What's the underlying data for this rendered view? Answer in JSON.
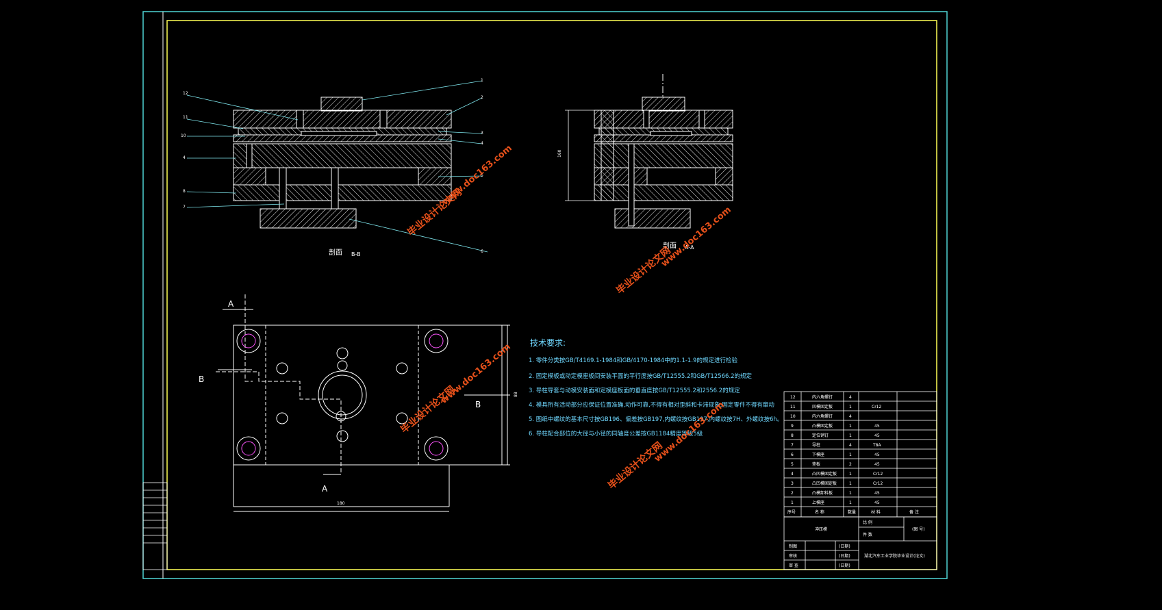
{
  "colors": {
    "background": "#000000",
    "outer_frame": "#4fd4d4",
    "inner_frame": "#ffff55",
    "line": "#ffffff",
    "hatch": "#ffffff",
    "leader": "#7fe7ee",
    "hole_marker": "#ff55ff",
    "tech_text": "#6fd8ff",
    "watermark": "#ff5a1e"
  },
  "views": {
    "section_bb": {
      "caption": "剖面",
      "caption_code": "B-B",
      "part_numbers_right": [
        "1",
        "2",
        "3",
        "4",
        "5",
        "6"
      ],
      "part_numbers_left": [
        "12",
        "11",
        "10",
        "4",
        "8",
        "7"
      ]
    },
    "section_aa": {
      "caption": "剖面",
      "caption_code": "A-A",
      "height_dim": "160"
    },
    "plan": {
      "section_letter_a_top": "A",
      "section_letter_a_bottom": "A",
      "section_letter_b_left": "B",
      "section_letter_b_right": "B",
      "width_dim": "180",
      "height_dim": "88"
    }
  },
  "tech_requirements": {
    "title": "技术要求:",
    "items": [
      "1. 零件分类按GB/T4169.1-1984和GB/4170-1984中的1.1-1.9的规定进行检验",
      "2. 固定模板或动定模座板间安装平面的平行度按GB/T12555.2和GB/T12566.2的规定",
      "3. 导柱导套与动模安装面和定模座板面的垂直度按GB/T12555.2和2556.2的规定",
      "4. 模具所有活动部分应保证位置准确,动作可靠,不得有相对歪斜和卡滞现象,固定零件不得有窜动",
      "5. 图纸中螺纹的基本尺寸按GB196、偏差按GB197,内螺纹按GB197,内螺纹按7H、外螺纹按6h。",
      "6. 导柱配合部位的大径与小径的同轴度公差按GB1184精度等级5级"
    ]
  },
  "bom": {
    "rows": [
      {
        "no": "12",
        "name": "内六角螺钉",
        "qty": "4",
        "material": ""
      },
      {
        "no": "11",
        "name": "凹模固定板",
        "qty": "1",
        "material": "Cr12"
      },
      {
        "no": "10",
        "name": "内六角螺钉",
        "qty": "4",
        "material": ""
      },
      {
        "no": "9",
        "name": "凸模固定板",
        "qty": "1",
        "material": "45"
      },
      {
        "no": "8",
        "name": "定位销钉",
        "qty": "1",
        "material": "45"
      },
      {
        "no": "7",
        "name": "导柱",
        "qty": "4",
        "material": "T8A"
      },
      {
        "no": "6",
        "name": "下模座",
        "qty": "1",
        "material": "45"
      },
      {
        "no": "5",
        "name": "垫板",
        "qty": "2",
        "material": "45"
      },
      {
        "no": "4",
        "name": "凸凹模固定板",
        "qty": "1",
        "material": "Cr12"
      },
      {
        "no": "3",
        "name": "凸凹模固定板",
        "qty": "1",
        "material": "Cr12"
      },
      {
        "no": "2",
        "name": "凸模卸料板",
        "qty": "1",
        "material": "45"
      },
      {
        "no": "1",
        "name": "上模座",
        "qty": "1",
        "material": "45"
      }
    ],
    "header": {
      "no": "序号",
      "name": "名 称",
      "qty": "数量",
      "material": "材 料",
      "remark": "备 注"
    }
  },
  "title_block": {
    "drawing_name": "冲压模",
    "ratio_label": "比 例",
    "qty_label": "件 数",
    "sheet_label": "(图 号)",
    "design_label": "制图",
    "check_label": "审核",
    "approve_label": "审 查",
    "date_mark": "(日期)",
    "school": "湖北汽车工业学院毕业设计(论文)"
  },
  "watermarks": {
    "cn": "毕业设计论文网",
    "url": "www.doc163.com"
  }
}
